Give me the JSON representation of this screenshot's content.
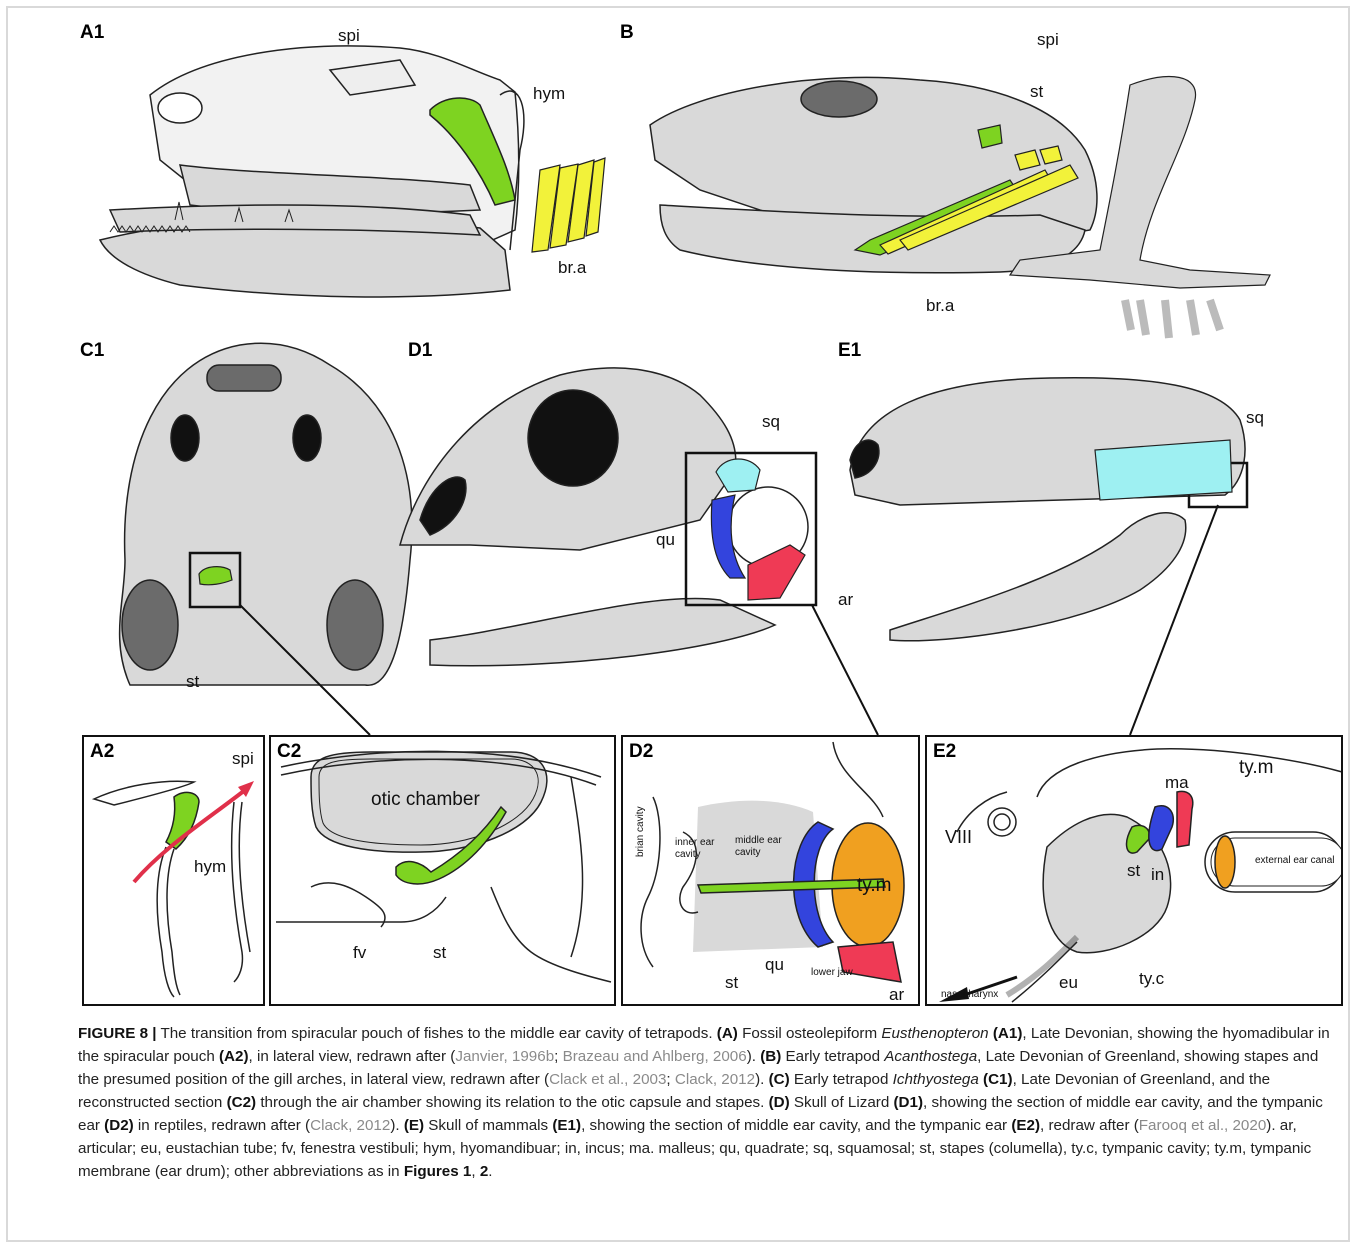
{
  "panels": {
    "A1": "A1",
    "B": "B",
    "C1": "C1",
    "D1": "D1",
    "E1": "E1",
    "A2": "A2",
    "C2": "C2",
    "D2": "D2",
    "E2": "E2"
  },
  "labels": {
    "A1": {
      "spi": "spi",
      "hym": "hym",
      "bra": "br.a"
    },
    "B": {
      "spi": "spi",
      "st": "st",
      "bra": "br.a"
    },
    "C1": {
      "st": "st"
    },
    "D1": {
      "sq": "sq",
      "qu": "qu",
      "ar": "ar"
    },
    "E1": {
      "sq": "sq"
    },
    "A2": {
      "spi": "spi",
      "hym": "hym"
    },
    "C2": {
      "otic": "otic chamber",
      "fv": "fv",
      "st": "st"
    },
    "D2": {
      "brian": "brian cavity",
      "inner": "inner ear cavity",
      "middle": "middle ear cavity",
      "tym": "ty.m",
      "st": "st",
      "qu": "qu",
      "lowerjaw": "lower jaw",
      "ar": "ar"
    },
    "E2": {
      "viii": "VIII",
      "ma": "ma",
      "tym": "ty.m",
      "st": "st",
      "in": "in",
      "ext": "external ear canal",
      "eu": "eu",
      "tyc": "ty.c",
      "naso": "nasopharynx"
    }
  },
  "colors": {
    "bone": "#d9d9d9",
    "dark": "#6b6b6b",
    "green": "#7ed321",
    "yellow": "#f2f23a",
    "cyan": "#9ef0f2",
    "blue": "#3344dd",
    "red": "#ef3a55",
    "orange": "#f0a020"
  },
  "caption": {
    "figure": "FIGURE 8 |",
    "s1": " The transition from spiracular pouch of fishes to the middle ear cavity of tetrapods. ",
    "A": "(A)",
    "s2": " Fossil osteolepiform ",
    "euth": "Eusthenopteron",
    "A1": "(A1)",
    "s3": ", Late Devonian, showing the hyomadibular in the spiracular pouch ",
    "A2": "(A2)",
    "s4": ", in lateral view, redrawn after (",
    "r1": "Janvier, 1996b",
    "s5": "; ",
    "r2": "Brazeau and Ahlberg, 2006",
    "s6": "). ",
    "B": "(B)",
    "s7": " Early tetrapod ",
    "acan": "Acanthostega",
    "s8": ", Late Devonian of Greenland, showing stapes and the presumed position of the gill arches, in lateral view, redrawn after (",
    "r3": "Clack et al., 2003",
    "s9": "; ",
    "r4": "Clack, 2012",
    "s10": "). ",
    "C": "(C)",
    "s11": " Early tetrapod ",
    "ichth": "Ichthyostega",
    "C1": "(C1)",
    "s12": ", Late Devonian of Greenland, and the reconstructed section ",
    "C2": "(C2)",
    "s13": " through the air chamber showing its relation to the otic capsule and stapes. ",
    "D": "(D)",
    "s14": " Skull of Lizard ",
    "D1": "(D1)",
    "s15": ", showing the section of middle ear cavity, and the tympanic ear ",
    "D2": "(D2)",
    "s16": " in reptiles, redrawn after (",
    "r5": "Clack, 2012",
    "s17": "). ",
    "E": "(E)",
    "s18": " Skull of mammals ",
    "E1": "(E1)",
    "s19": ", showing the section of middle ear cavity, and the tympanic ear ",
    "E2": "(E2)",
    "s20": ", redraw after (",
    "r6": "Farooq et al., 2020",
    "s21": "). ar, articular; eu, eustachian tube; fv, fenestra vestibuli; hym, hyomandibuar; in, incus; ma. malleus; qu, quadrate; sq, squamosal; st, stapes (columella), ty.c, tympanic cavity; ty.m, tympanic membrane (ear drum); other abbreviations as in ",
    "fig1": "Figures 1",
    "s22": ", ",
    "fig2": "2",
    "s23": "."
  }
}
